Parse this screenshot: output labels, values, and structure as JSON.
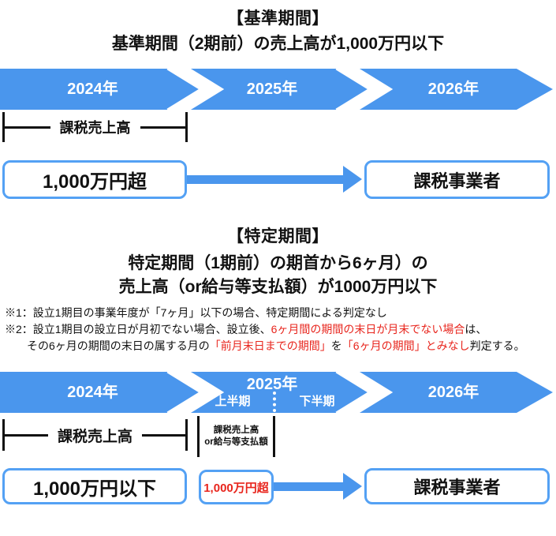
{
  "colors": {
    "accent_blue": "#4a96ed",
    "box_border_blue": "#54a1f4",
    "alert_red": "#e8251d",
    "text_black": "#111111"
  },
  "base": {
    "title": "【基準期間】",
    "subtitle": "基準期間（2期前）の売上高が1,000万円以下",
    "years": [
      "2024年",
      "2025年",
      "2026年"
    ],
    "bracket_label": "課税売上高",
    "condition": "1,000万円超",
    "result": "課税事業者"
  },
  "specific": {
    "title": "【特定期間】",
    "subtitle_line1": "特定期間（1期前）の期首から6ヶ月）の",
    "subtitle_line2": "売上高（or給与等支払額）が1000万円以下",
    "note1": "※1：設立1期目の事業年度が「7ヶ月」以下の場合、特定期間による判定なし",
    "note2": {
      "black1": "※2：設立1期目の設立日が月初でない場合、設立後、",
      "red1": "6ヶ月間の期間の末日が月末でない場合",
      "black2": "は、",
      "cont_black1": "その6ヶ月の期間の末日の属する月の",
      "cont_red1": "「前月末日までの期間」",
      "cont_black2": "を",
      "cont_red2": "「6ヶ月の期間」とみなし",
      "cont_black3": "判定する。"
    },
    "years": [
      "2024年",
      "2025年",
      "2026年"
    ],
    "half_first": "上半期",
    "half_second": "下半期",
    "bracket1_label": "課税売上高",
    "bracket2_line1": "課税売上高",
    "bracket2_line2": "or給与等支払額",
    "condition_below": "1,000万円以下",
    "condition_over": "1,000万円超",
    "result": "課税事業者"
  }
}
